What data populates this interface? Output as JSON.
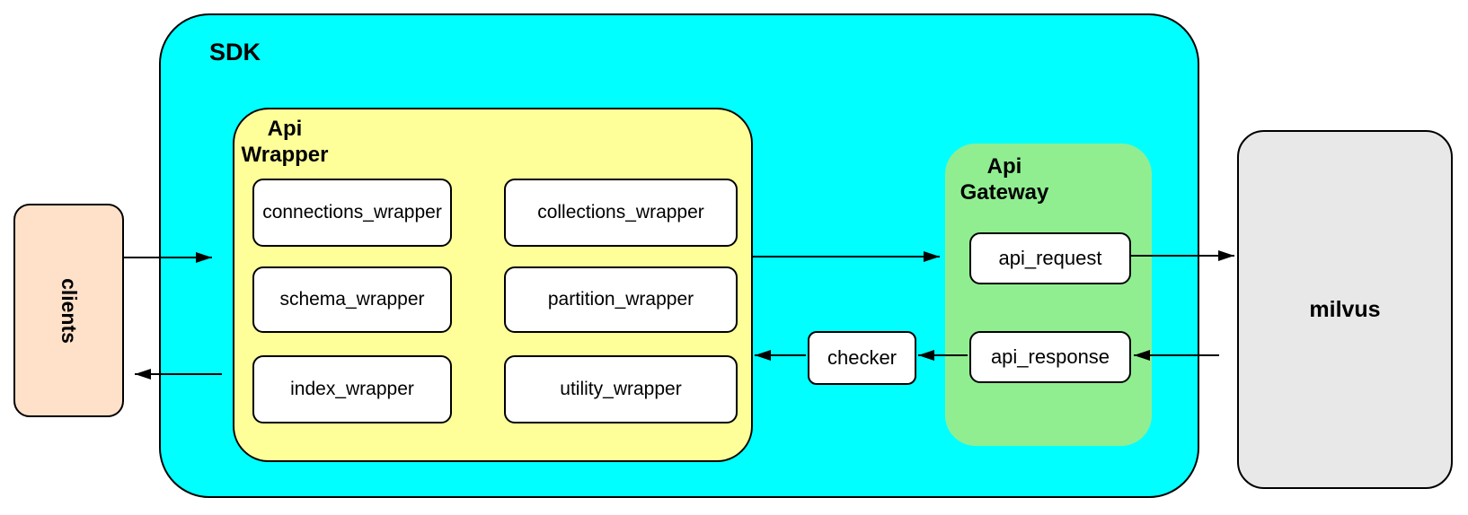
{
  "clients": {
    "label": "clients"
  },
  "sdk": {
    "label": "SDK",
    "api_wrapper": {
      "label_line1": "Api",
      "label_line2": "Wrapper",
      "boxes": {
        "connections": "connections_wrapper",
        "collections": "collections_wrapper",
        "schema": "schema_wrapper",
        "partition": "partition_wrapper",
        "index": "index_wrapper",
        "utility": "utility_wrapper"
      }
    },
    "checker": {
      "label": "checker"
    },
    "api_gateway": {
      "label_line1": "Api",
      "label_line2": "Gateway",
      "boxes": {
        "request": "api_request",
        "response": "api_response"
      }
    }
  },
  "milvus": {
    "label": "milvus"
  },
  "arrows": [
    {
      "from": "clients",
      "to": "api_wrapper"
    },
    {
      "from": "api_wrapper",
      "to": "clients"
    },
    {
      "from": "api_wrapper",
      "to": "api_gateway"
    },
    {
      "from": "api_request",
      "to": "milvus"
    },
    {
      "from": "milvus",
      "to": "api_response"
    },
    {
      "from": "api_response",
      "to": "checker"
    },
    {
      "from": "checker",
      "to": "api_wrapper"
    }
  ],
  "colors": {
    "sdk_fill": "#00ffff",
    "api_wrapper_fill": "#ffff99",
    "api_gateway_fill": "#90ee90",
    "clients_fill": "#ffe0c9",
    "milvus_fill": "#e8e8e8",
    "node_fill": "#ffffff",
    "stroke": "#000000"
  }
}
